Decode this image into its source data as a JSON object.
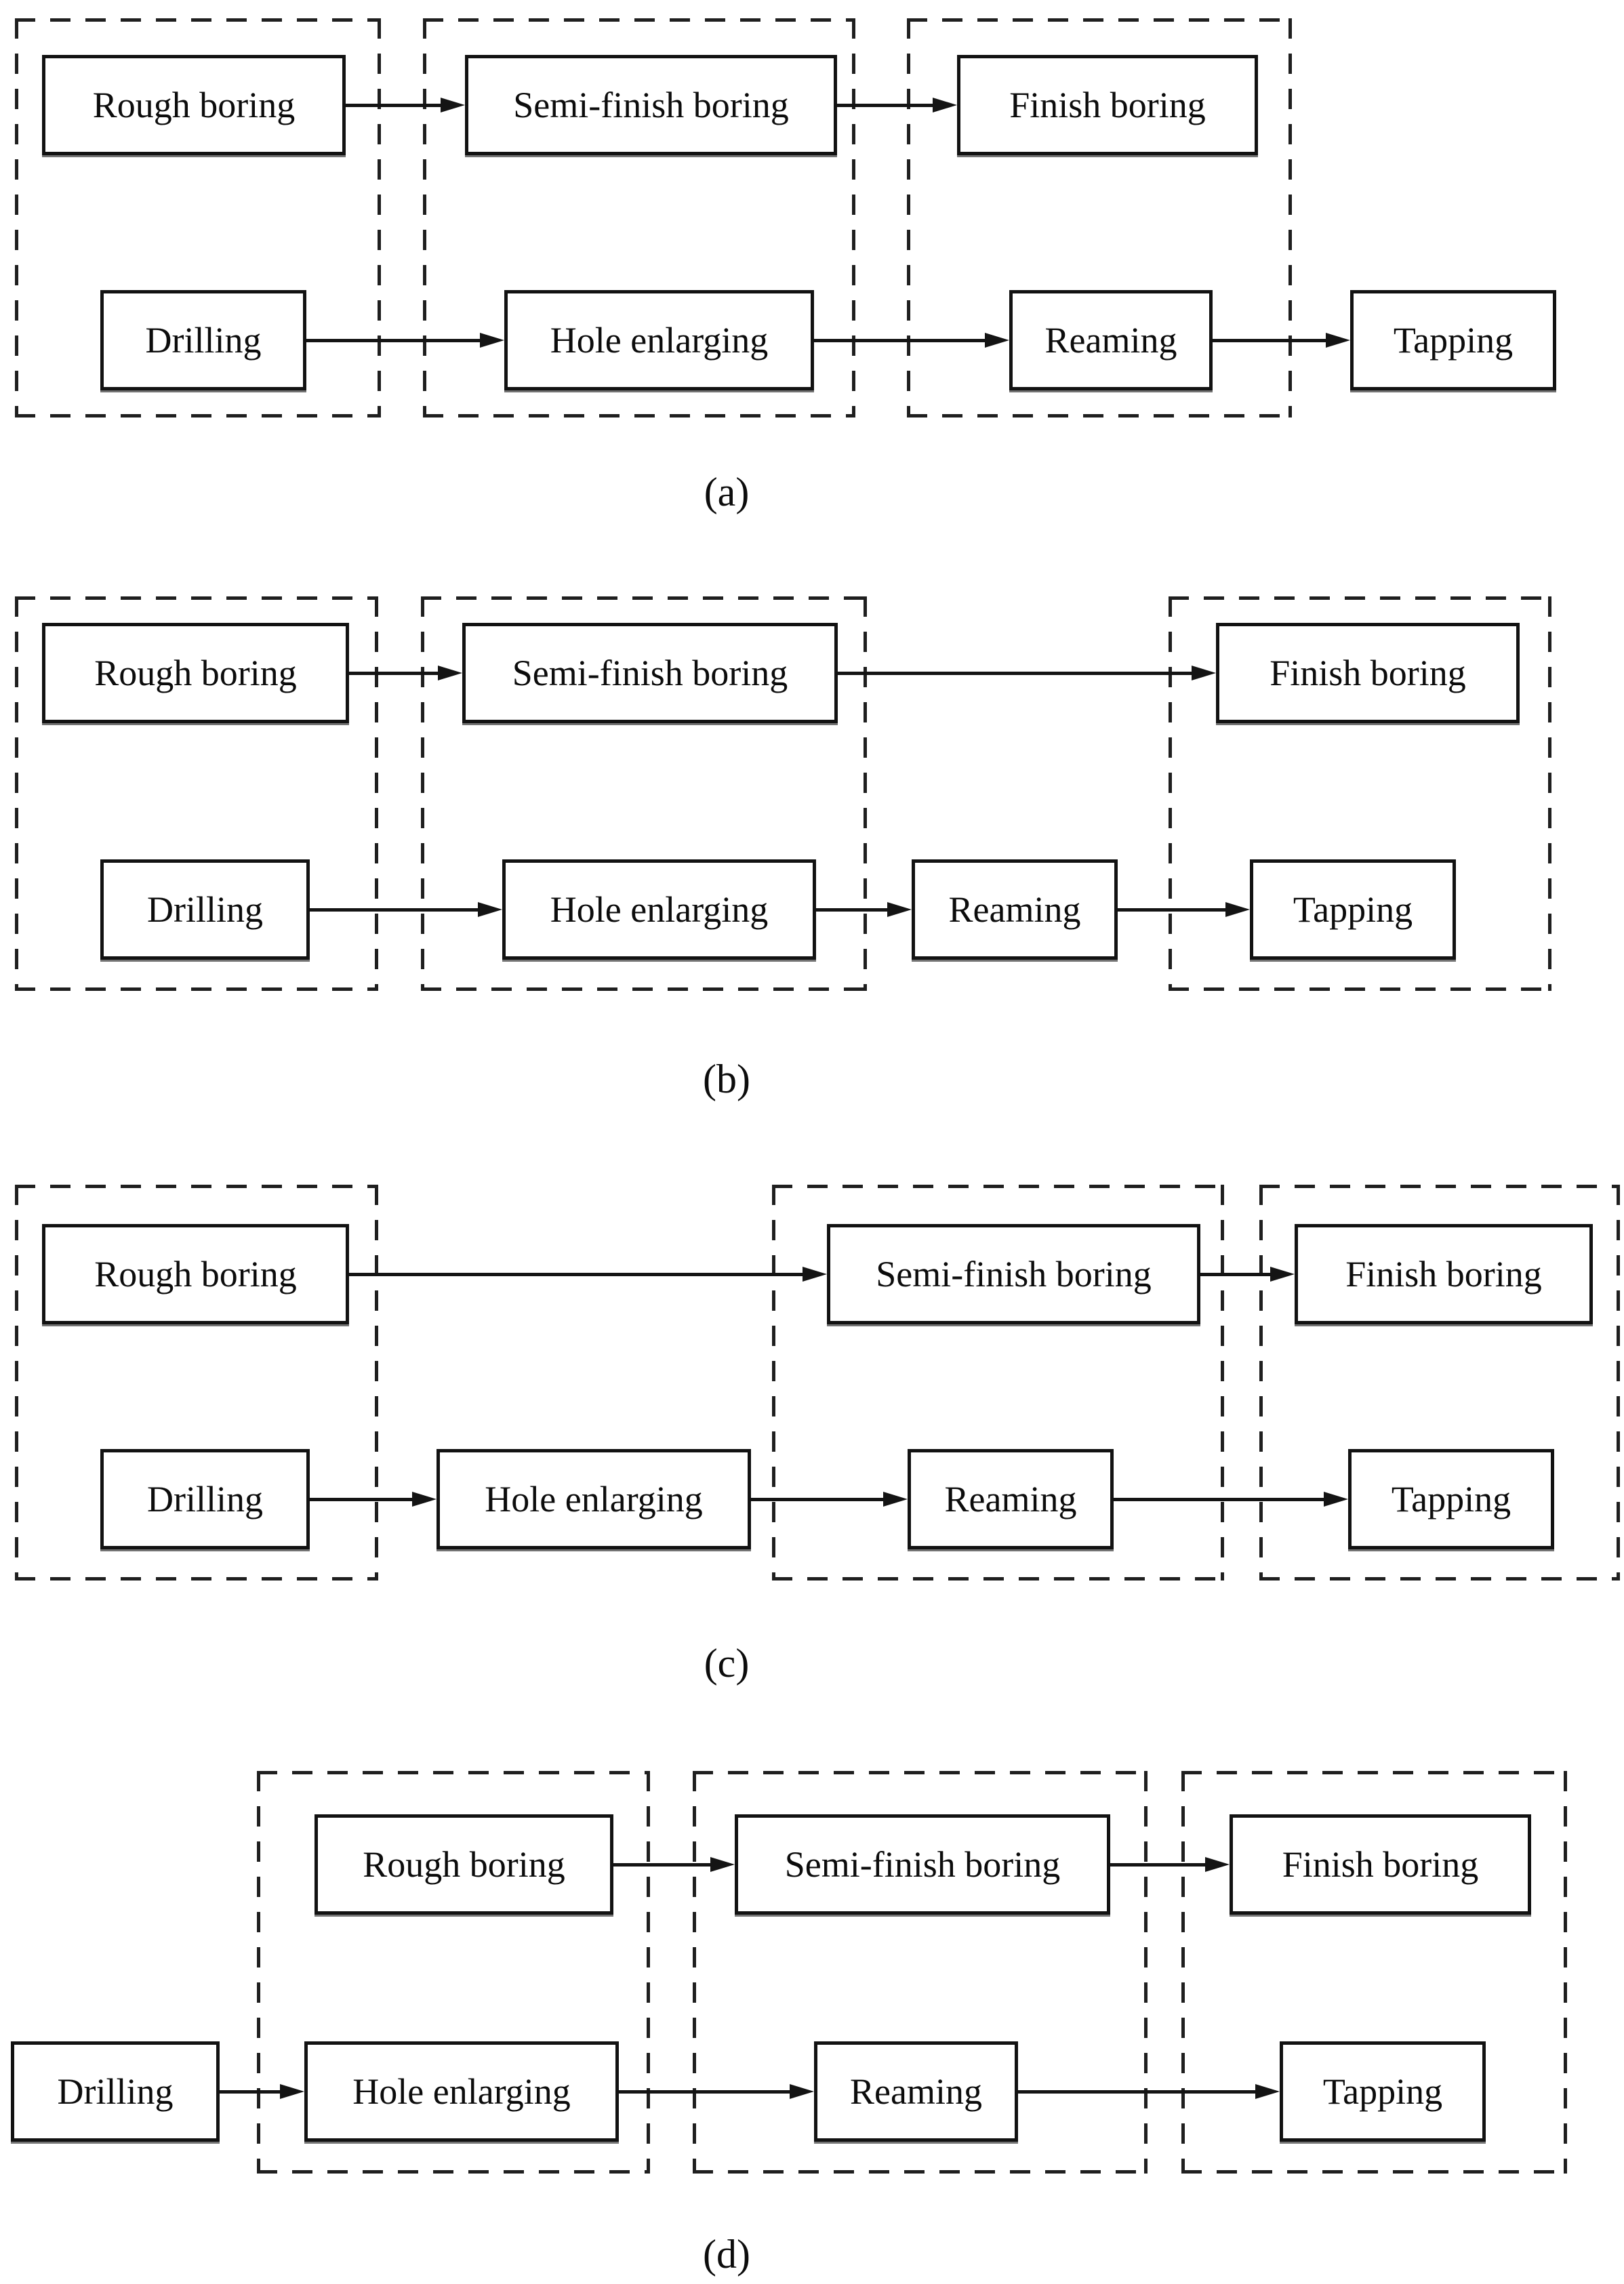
{
  "labels": {
    "rough_boring": "Rough boring",
    "semi_finish_boring": "Semi-finish boring",
    "finish_boring": "Finish boring",
    "drilling": "Drilling",
    "hole_enlarging": "Hole enlarging",
    "reaming": "Reaming",
    "tapping": "Tapping"
  },
  "diagrams": [
    {
      "caption": "(a)",
      "top_row_chain": [
        "Rough boring",
        "Semi-finish boring",
        "Finish boring"
      ],
      "bottom_row_chain": [
        "Drilling",
        "Hole enlarging",
        "Reaming",
        "Tapping"
      ],
      "dashed_groups": [
        [
          "Rough boring",
          "Drilling"
        ],
        [
          "Semi-finish boring",
          "Hole enlarging"
        ],
        [
          "Finish boring",
          "Reaming"
        ]
      ],
      "outside_groups": [
        "Tapping"
      ]
    },
    {
      "caption": "(b)",
      "top_row_chain": [
        "Rough boring",
        "Semi-finish boring",
        "Finish boring"
      ],
      "bottom_row_chain": [
        "Drilling",
        "Hole enlarging",
        "Reaming",
        "Tapping"
      ],
      "dashed_groups": [
        [
          "Rough boring",
          "Drilling"
        ],
        [
          "Semi-finish boring",
          "Hole enlarging"
        ],
        [
          "Finish boring",
          "Tapping"
        ]
      ],
      "outside_groups": [
        "Reaming"
      ]
    },
    {
      "caption": "(c)",
      "top_row_chain": [
        "Rough boring",
        "Semi-finish boring",
        "Finish boring"
      ],
      "bottom_row_chain": [
        "Drilling",
        "Hole enlarging",
        "Reaming",
        "Tapping"
      ],
      "dashed_groups": [
        [
          "Rough boring",
          "Drilling"
        ],
        [
          "Semi-finish boring",
          "Reaming"
        ],
        [
          "Finish boring",
          "Tapping"
        ]
      ],
      "outside_groups": [
        "Hole enlarging"
      ]
    },
    {
      "caption": "(d)",
      "top_row_chain": [
        "Rough boring",
        "Semi-finish boring",
        "Finish boring"
      ],
      "bottom_row_chain": [
        "Drilling",
        "Hole enlarging",
        "Reaming",
        "Tapping"
      ],
      "dashed_groups": [
        [
          "Rough boring",
          "Hole enlarging"
        ],
        [
          "Semi-finish boring",
          "Reaming"
        ],
        [
          "Finish boring",
          "Tapping"
        ]
      ],
      "outside_groups": [
        "Drilling"
      ]
    }
  ]
}
